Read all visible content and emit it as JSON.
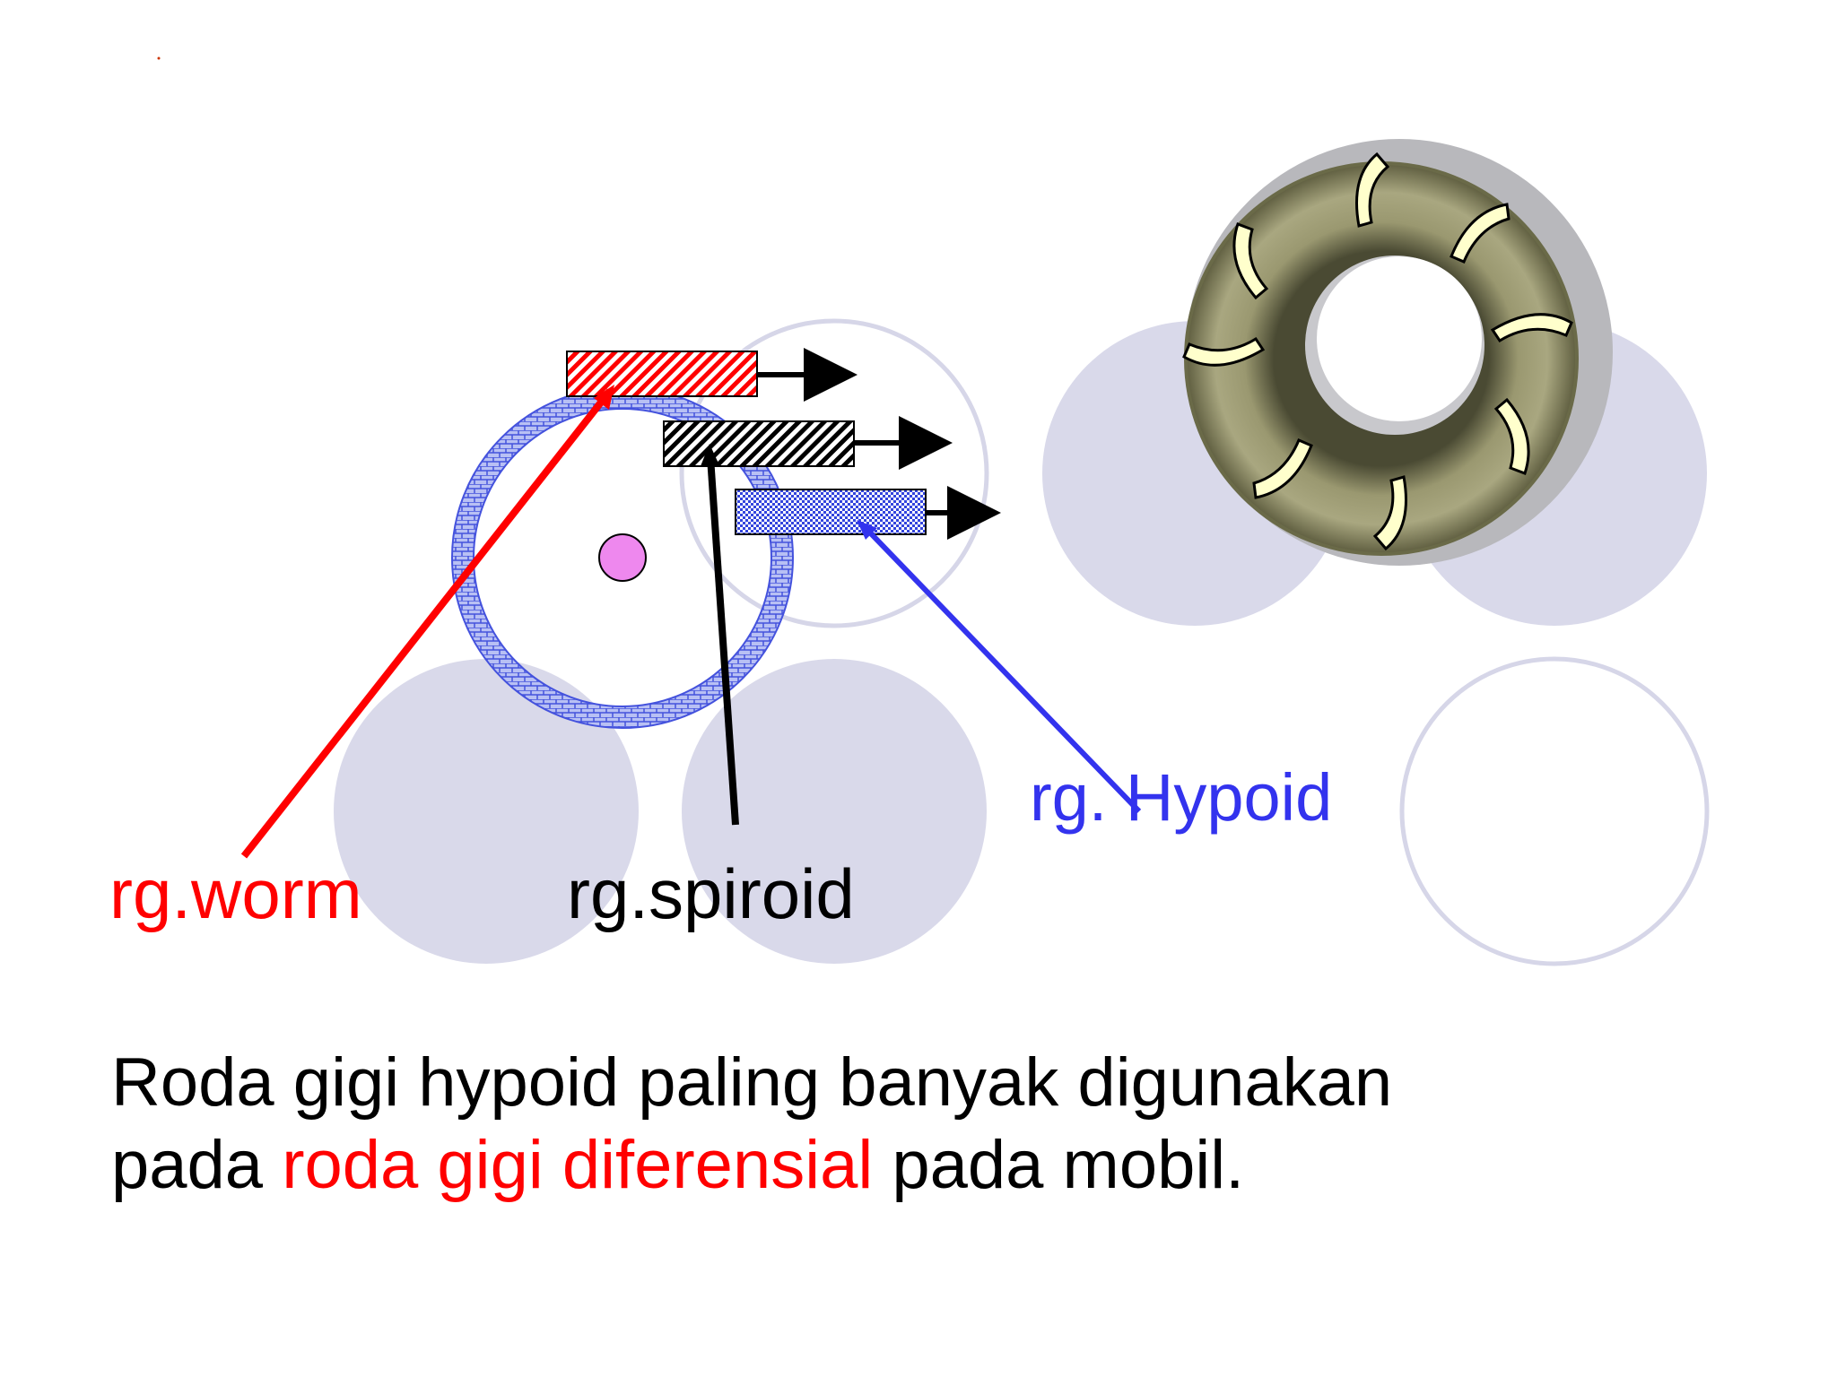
{
  "labels": {
    "worm": "rg.worm",
    "spiroid": "rg.spiroid",
    "hypoid": "rg. Hypoid"
  },
  "caption": {
    "line1": "Roda gigi hypoid paling banyak digunakan",
    "line2_start": "pada ",
    "line2_highlight": "roda gigi diferensial",
    "line2_end": " pada mobil."
  },
  "colors": {
    "worm": "#ff0000",
    "spiroid": "#000000",
    "hypoid": "#3333ee",
    "highlight": "#ff0000",
    "circle_fill": "#d9d9ea",
    "ring_fill": "#8e8c62",
    "tooth_fill": "#ffffcc"
  }
}
